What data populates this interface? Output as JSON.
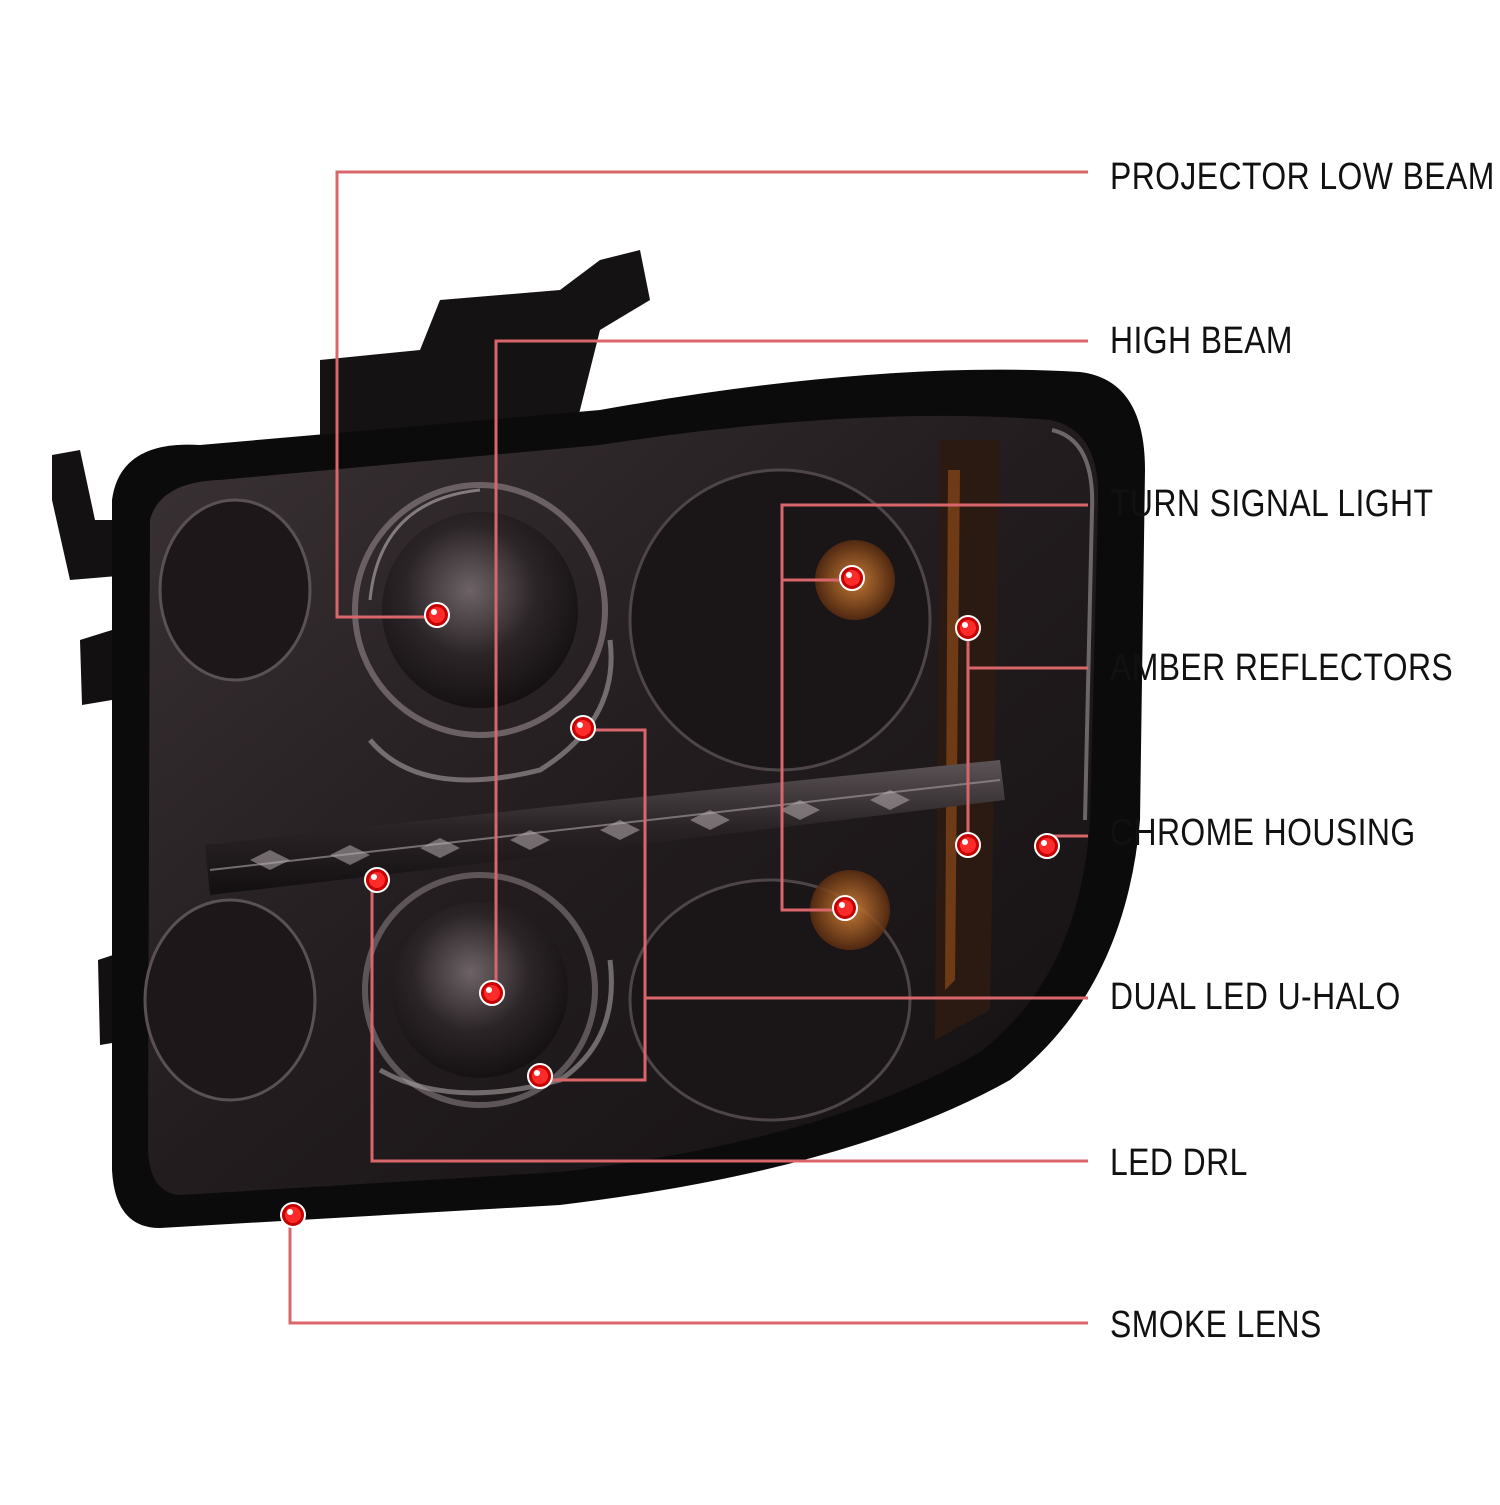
{
  "colors": {
    "leader_line": "#d9666a",
    "marker_outer": "#c40000",
    "marker_inner": "#ff2a2a",
    "marker_highlight": "#ffffff",
    "lens_dark": "#1a1516",
    "housing_black": "#0c0b0b",
    "chrome": "#8f8789",
    "amber": "#b4601a"
  },
  "diagram": {
    "subject": "smoked projector headlight",
    "callouts": [
      {
        "label": "PROJECTOR LOW BEAM"
      },
      {
        "label": "HIGH BEAM"
      },
      {
        "label": "TURN SIGNAL LIGHT"
      },
      {
        "label": "AMBER REFLECTORS"
      },
      {
        "label": "CHROME HOUSING"
      },
      {
        "label": "DUAL LED U-HALO"
      },
      {
        "label": "LED DRL"
      },
      {
        "label": "SMOKE LENS"
      }
    ]
  }
}
